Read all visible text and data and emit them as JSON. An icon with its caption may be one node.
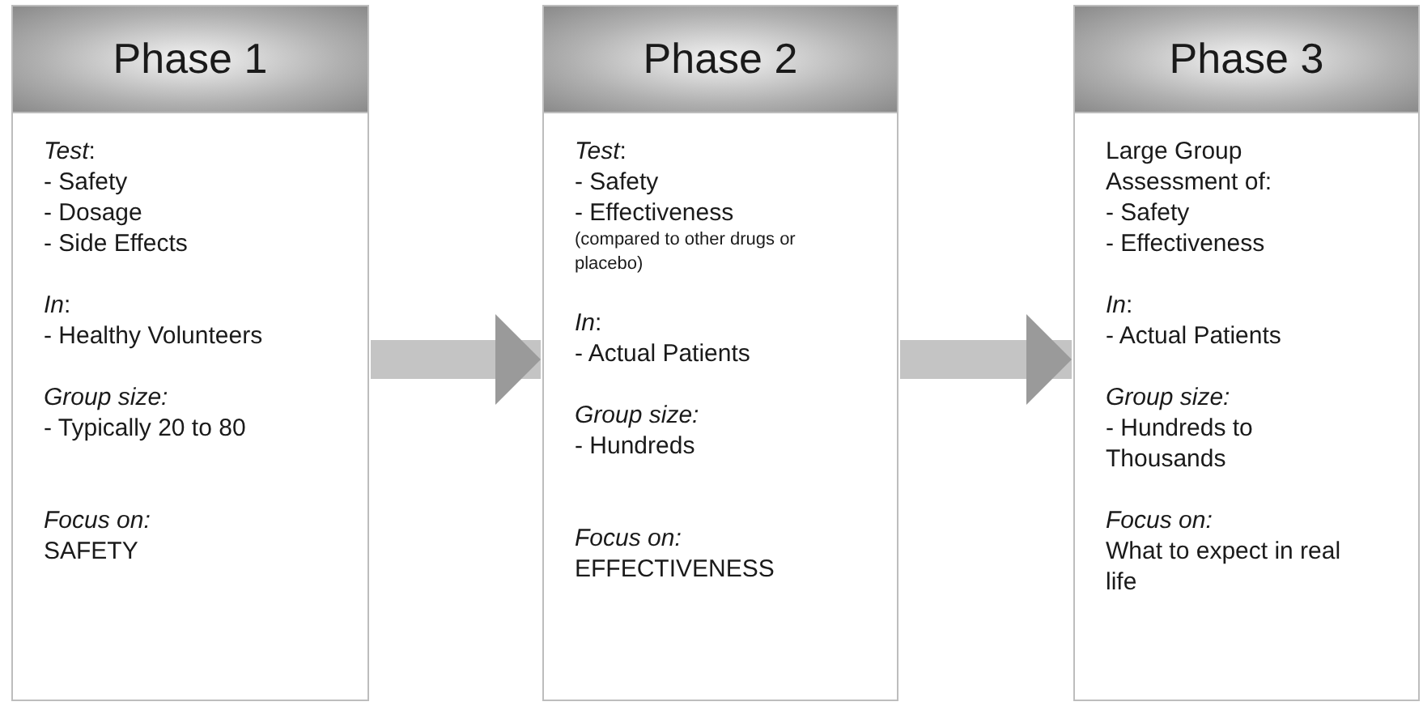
{
  "diagram": {
    "nodes": [
      {
        "text": [
          "Phase 1",
          "*Test*:",
          "- Safety",
          "- Dosage",
          "- Side Effects",
          "*In*:",
          "- Healthy Volunteers",
          "*Group size:*",
          "- Typically 20 to 80",
          "*Focus on:*",
          "SAFETY"
        ]
      },
      {
        "text": [
          "Phase 2",
          "*Test*:",
          "- Safety",
          "- Effectiveness",
          "(compared to other drugs or placebo)",
          "*In*:",
          "- Actual Patients",
          "*Group size:*",
          "- Hundreds",
          "*Focus on:*",
          "EFFECTIVENESS"
        ]
      },
      {
        "text": [
          "Phase 3",
          "Large Group Assessment of:",
          "- Safety",
          "- Effectiveness",
          "*In*:",
          "- Actual Patients",
          "*Group size:*",
          "- Hundreds to Thousands",
          "*Focus on:*",
          "What to expect in real life"
        ]
      }
    ],
    "edges": [
      {
        "from": 0,
        "to": 1,
        "arrow": "to"
      },
      {
        "from": 1,
        "to": 2,
        "arrow": "to"
      }
    ]
  }
}
